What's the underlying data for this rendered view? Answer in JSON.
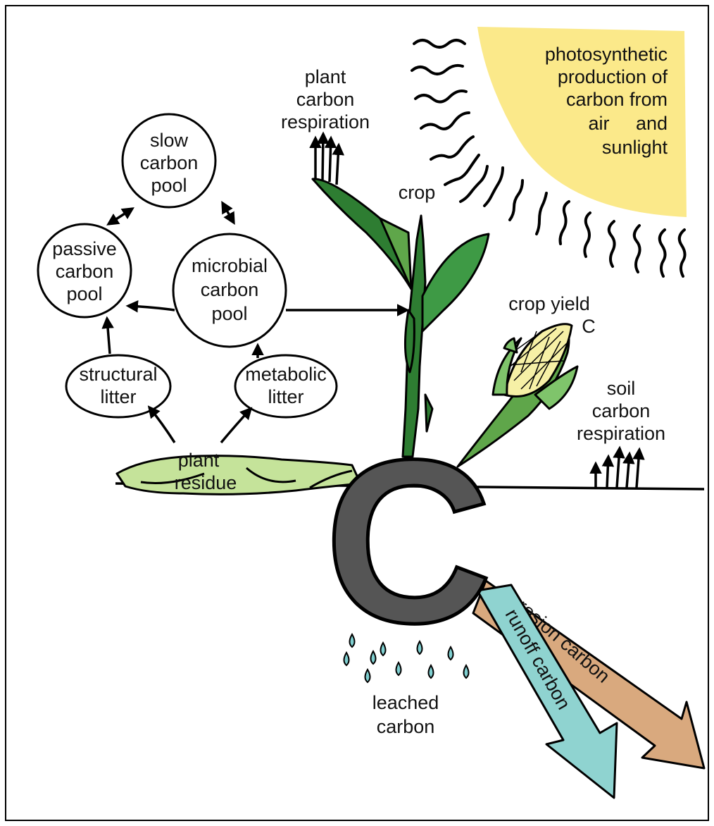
{
  "colors": {
    "sun": "#fbe98a",
    "big_c": "#555555",
    "leaf_dark": "#2e7d32",
    "leaf_light": "#7fc46b",
    "residue": "#c5e39a",
    "corn_kernels": "#f6f0a6",
    "runoff": "#8fd3d0",
    "erosion": "#d9a97e",
    "droplet": "#7fcfd0"
  },
  "labels": {
    "photosynthetic": [
      "photosynthetic",
      "production of",
      "carbon from",
      "air     and",
      "sunlight"
    ],
    "plant_respiration": [
      "plant",
      "carbon",
      "respiration"
    ],
    "crop": "crop",
    "crop_yield": [
      "crop yield",
      "C"
    ],
    "soil_respiration": [
      "soil",
      "carbon",
      "respiration"
    ],
    "slow_pool": [
      "slow",
      "carbon",
      "pool"
    ],
    "passive_pool": [
      "passive",
      "carbon",
      "pool"
    ],
    "microbial_pool": [
      "microbial",
      "carbon",
      "pool"
    ],
    "structural_litter": [
      "structural",
      "litter"
    ],
    "metabolic_litter": [
      "metabolic",
      "litter"
    ],
    "plant_residue": [
      "plant",
      "residue"
    ],
    "big_letter": "C",
    "leached": [
      "leached",
      "carbon"
    ],
    "runoff": "runoff carbon",
    "erosion": "erosion carbon"
  },
  "icons": [
    "sunlight-waves-icon",
    "corn-plant-icon",
    "corn-cob-icon",
    "water-droplet-icon"
  ]
}
